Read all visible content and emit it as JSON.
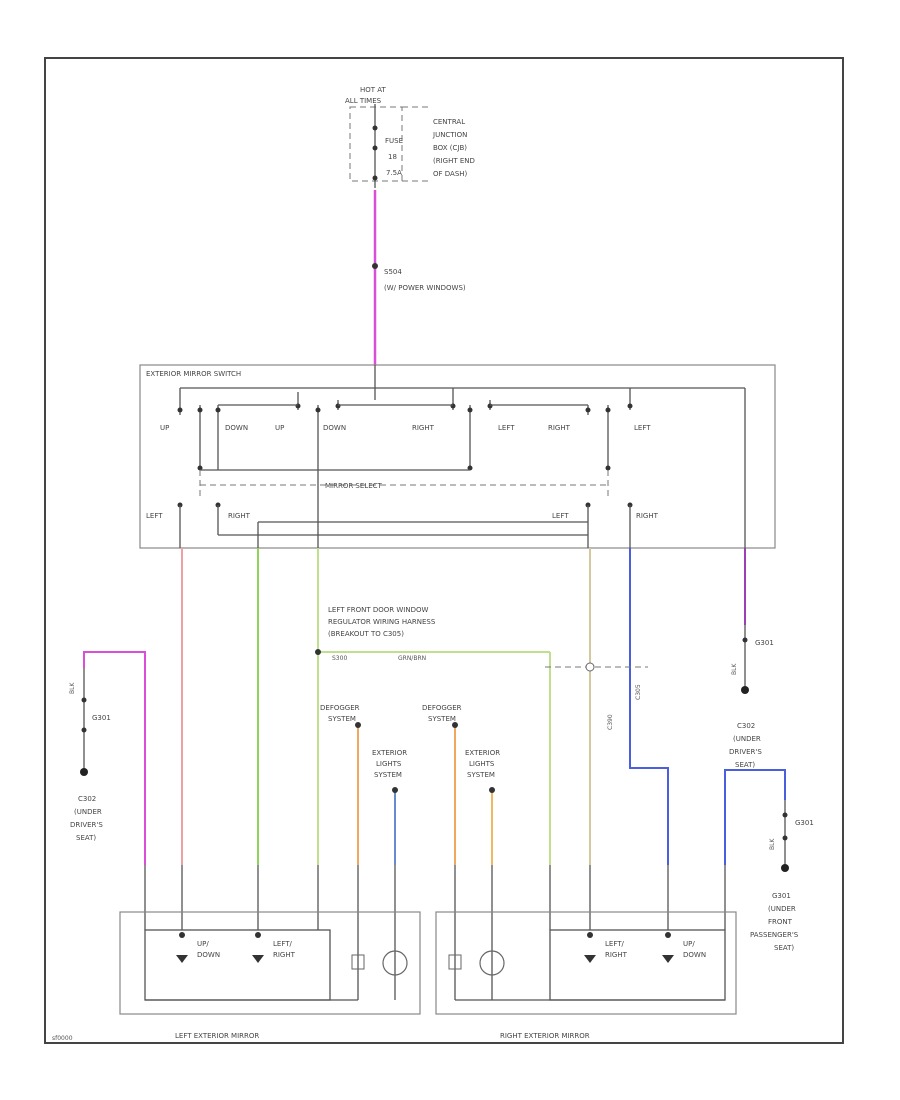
{
  "footer": {
    "code": "sf0000"
  },
  "power_source": {
    "hot_at": "HOT AT",
    "all_times": "ALL TIMES",
    "fuse_label": "FUSE",
    "fuse_number": "18",
    "fuse_rating": "7.5A",
    "location": [
      "CENTRAL",
      "JUNCTION",
      "BOX (CJB)",
      "(RIGHT END",
      "OF DASH)"
    ],
    "circuit_id": "S504",
    "circuit_desc": "(W/ POWER WINDOWS)"
  },
  "switch": {
    "title": "EXTERIOR MIRROR SWITCH",
    "labels": {
      "up1": "UP",
      "down1": "DOWN",
      "up2": "UP",
      "down2": "DOWN",
      "right1": "RIGHT",
      "left1": "LEFT",
      "right2": "RIGHT",
      "left2": "LEFT"
    },
    "mirror_select": "MIRROR SELECT",
    "bottom_labels": {
      "left_a": "LEFT",
      "right_a": "RIGHT",
      "left_b": "LEFT",
      "right_b": "RIGHT"
    }
  },
  "wire_colors": {
    "pink": "#d94fd8",
    "salmon": "#f0a0a0",
    "green": "#8ed35a",
    "light_green": "#bfe08e",
    "tan": "#d4c89e",
    "blue": "#4a5ee0",
    "purple": "#9b3fb5",
    "orange": "#f0a860",
    "dark": "#555555"
  },
  "harness_note": [
    "LEFT FRONT DOOR WINDOW",
    "REGULATOR WIRING HARNESS",
    "(BREAKOUT TO C305)"
  ],
  "splice_labels": {
    "s1": "S300",
    "s2": "GRN/BRN"
  },
  "connectors": {
    "c1": "C390",
    "c2": "C305"
  },
  "subsystems": {
    "defogger_left": [
      "DEFOGGER",
      "SYSTEM"
    ],
    "defogger_right": [
      "DEFOGGER",
      "SYSTEM"
    ],
    "exterior_lights_left": [
      "EXTERIOR",
      "LIGHTS",
      "SYSTEM"
    ],
    "exterior_lights_right": [
      "EXTERIOR",
      "LIGHTS",
      "SYSTEM"
    ]
  },
  "grounds": {
    "g_left_id": "G301",
    "g_left_desc": [
      "C302",
      "(UNDER",
      "DRIVER'S",
      "SEAT)"
    ],
    "g_top_right_id": "G301",
    "g_top_right_desc": [
      "C302",
      "(UNDER",
      "DRIVER'S",
      "SEAT)"
    ],
    "g_right_id": "G301",
    "g_right_desc": [
      "G301",
      "(UNDER",
      "FRONT",
      "PASSENGER'S",
      "SEAT)"
    ],
    "wire_code": "BLK"
  },
  "mirrors": {
    "left": {
      "title": "LEFT EXTERIOR MIRROR",
      "motor1": [
        "UP/",
        "DOWN"
      ],
      "motor2": [
        "LEFT/",
        "RIGHT"
      ]
    },
    "right": {
      "title": "RIGHT EXTERIOR MIRROR",
      "motor1": [
        "LEFT/",
        "RIGHT"
      ],
      "motor2": [
        "UP/",
        "DOWN"
      ]
    }
  }
}
